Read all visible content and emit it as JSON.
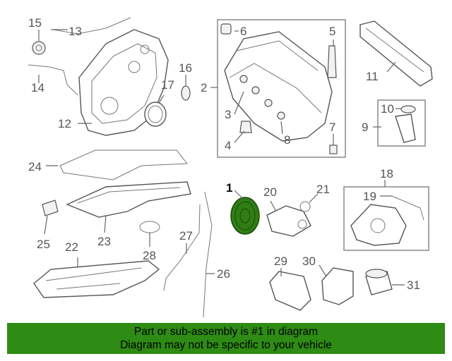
{
  "callouts": {
    "c1": "1",
    "c2": "2",
    "c3": "3",
    "c4": "4",
    "c5": "5",
    "c6": "6",
    "c7": "7",
    "c8": "8",
    "c9": "9",
    "c10": "10",
    "c11": "11",
    "c12": "12",
    "c13": "13",
    "c14": "14",
    "c15": "15",
    "c16": "16",
    "c17": "17",
    "c18": "18",
    "c19": "19",
    "c20": "20",
    "c21": "21",
    "c22": "22",
    "c23": "23",
    "c24": "24",
    "c25": "25",
    "c26": "26",
    "c27": "27",
    "c28": "28",
    "c29": "29",
    "c30": "30",
    "c31": "31"
  },
  "highlight": {
    "part": "1",
    "color": "#2f7d14"
  },
  "banner": {
    "line1": "Part or sub-assembly is #1 in diagram",
    "line2": "Diagram may not be specific to your vehicle",
    "color": "#2e8b14"
  }
}
